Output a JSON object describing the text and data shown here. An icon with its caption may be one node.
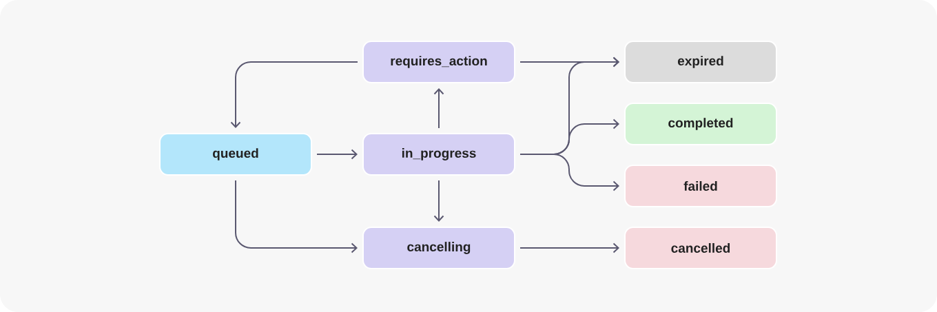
{
  "diagram": {
    "nodes": [
      {
        "text": [
          "requires_action"
        ]
      },
      {
        "text": [
          "queued"
        ]
      },
      {
        "text": [
          "in_progress"
        ]
      },
      {
        "text": [
          "cancelling"
        ]
      },
      {
        "text": [
          "expired"
        ]
      },
      {
        "text": [
          "completed"
        ]
      },
      {
        "text": [
          "failed"
        ]
      },
      {
        "text": [
          "cancelled"
        ]
      }
    ],
    "edges": [
      {
        "from": 0,
        "to": 1,
        "arrow": "to"
      },
      {
        "from": 1,
        "to": 2,
        "arrow": "to"
      },
      {
        "from": 2,
        "to": 0,
        "arrow": "to"
      },
      {
        "from": 2,
        "to": 3,
        "arrow": "to"
      },
      {
        "from": 1,
        "to": 3,
        "arrow": "to"
      },
      {
        "from": 0,
        "to": 4,
        "arrow": "to"
      },
      {
        "from": 2,
        "to": 4,
        "arrow": "to"
      },
      {
        "from": 2,
        "to": 5,
        "arrow": "to"
      },
      {
        "from": 2,
        "to": 6,
        "arrow": "to"
      },
      {
        "from": 3,
        "to": 7,
        "arrow": "to"
      }
    ]
  }
}
